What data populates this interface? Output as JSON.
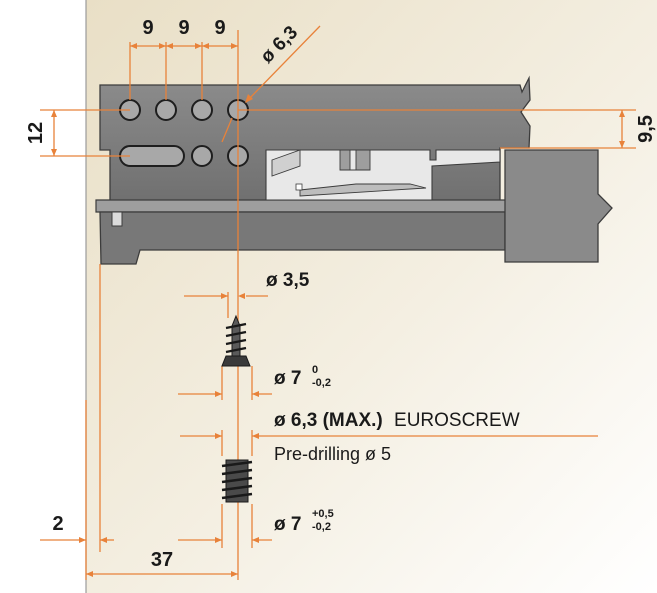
{
  "colors": {
    "dimension_line": "#e8823a",
    "wall_left": "#ffffff",
    "wall_gradient_start": "#e9dfc6",
    "wall_gradient_end": "#ffffff",
    "rail": "#7f7f7f",
    "rail_dark": "#5c5c5c",
    "hole": "#a8a8a8",
    "text": "#1a1a1a"
  },
  "labels": {
    "hole_pitch_1": "9",
    "hole_pitch_2": "9",
    "hole_pitch_3": "9",
    "hole_diameter": "ø 6,3",
    "row_spacing": "12",
    "hole_offset": "9,5",
    "screw_shank": "ø 3,5",
    "screw_head_main": "ø 7",
    "screw_head_tol": "-0,2",
    "screw_head_tol_upper": "0",
    "euroscrew_prefix": "ø 6,3 (MAX.)",
    "euroscrew_word": "EUROSCREW",
    "predrilling": "Pre-drilling ø 5",
    "euro_head_main": "ø 7",
    "euro_head_tol_upper": "+0,5",
    "euro_head_tol_lower": "-0,2",
    "wall_gap": "2",
    "setback": "37"
  }
}
